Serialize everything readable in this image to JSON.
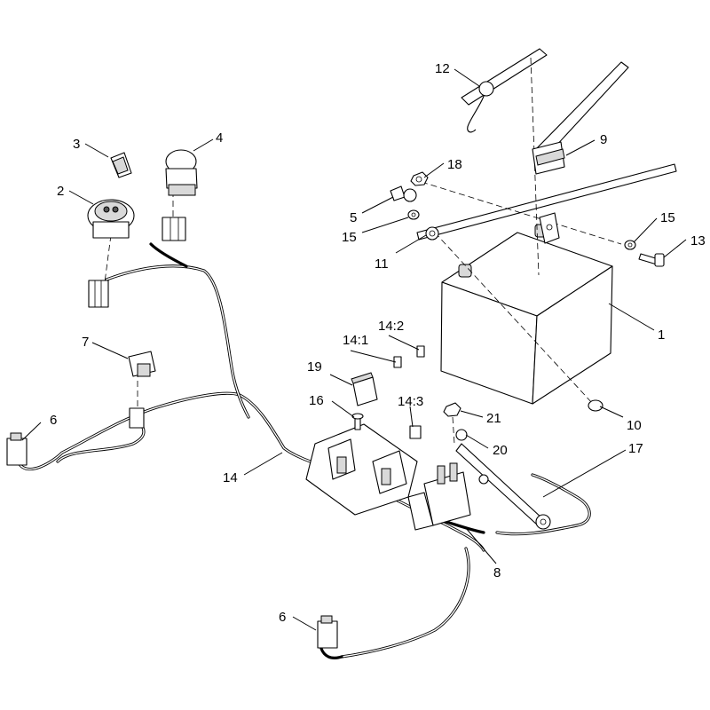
{
  "callouts": {
    "c1": "1",
    "c2": "2",
    "c3": "3",
    "c4": "4",
    "c5": "5",
    "c6a": "6",
    "c6b": "6",
    "c7": "7",
    "c8": "8",
    "c9": "9",
    "c10": "10",
    "c11": "11",
    "c12": "12",
    "c13": "13",
    "c14": "14",
    "c14_1": "14:1",
    "c14_2": "14:2",
    "c14_3": "14:3",
    "c15a": "15",
    "c15b": "15",
    "c16": "16",
    "c17": "17",
    "c18": "18",
    "c19": "19",
    "c20": "20",
    "c21": "21"
  }
}
